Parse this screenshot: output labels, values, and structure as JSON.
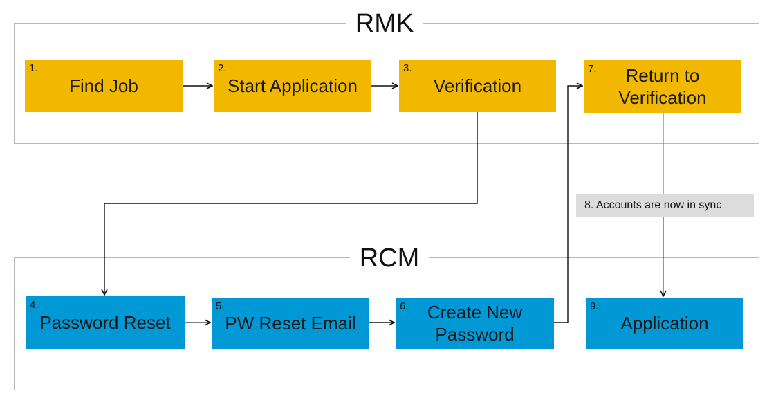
{
  "groups": {
    "rmk": {
      "title": "RMK"
    },
    "rcm": {
      "title": "RCM"
    }
  },
  "nodes": [
    {
      "id": "find-job",
      "number": "1.",
      "label": "Find Job",
      "group": "RMK"
    },
    {
      "id": "start-application",
      "number": "2.",
      "label": "Start Application",
      "group": "RMK"
    },
    {
      "id": "verification",
      "number": "3.",
      "label": "Verification",
      "group": "RMK"
    },
    {
      "id": "password-reset",
      "number": "4.",
      "label": "Password Reset",
      "group": "RCM"
    },
    {
      "id": "pw-reset-email",
      "number": "5.",
      "label": "PW Reset Email",
      "group": "RCM"
    },
    {
      "id": "create-new-password",
      "number": "6.",
      "label": "Create New\nPassword",
      "group": "RCM"
    },
    {
      "id": "return-to-verification",
      "number": "7.",
      "label": "Return to\nVerification",
      "group": "RMK"
    },
    {
      "id": "application",
      "number": "9.",
      "label": "Application",
      "group": "RCM"
    }
  ],
  "edges": [
    {
      "from": "find-job",
      "to": "start-application"
    },
    {
      "from": "start-application",
      "to": "verification"
    },
    {
      "from": "verification",
      "to": "password-reset"
    },
    {
      "from": "password-reset",
      "to": "pw-reset-email"
    },
    {
      "from": "pw-reset-email",
      "to": "create-new-password"
    },
    {
      "from": "create-new-password",
      "to": "return-to-verification"
    },
    {
      "from": "return-to-verification",
      "to": "application",
      "label": "8. Accounts are now in sync"
    }
  ],
  "colors": {
    "rmk_node": "#f2b800",
    "rcm_node": "#0099d6",
    "note_bg": "#dcdcdc",
    "group_border": "#b8b8b8",
    "connector": "#111111"
  }
}
